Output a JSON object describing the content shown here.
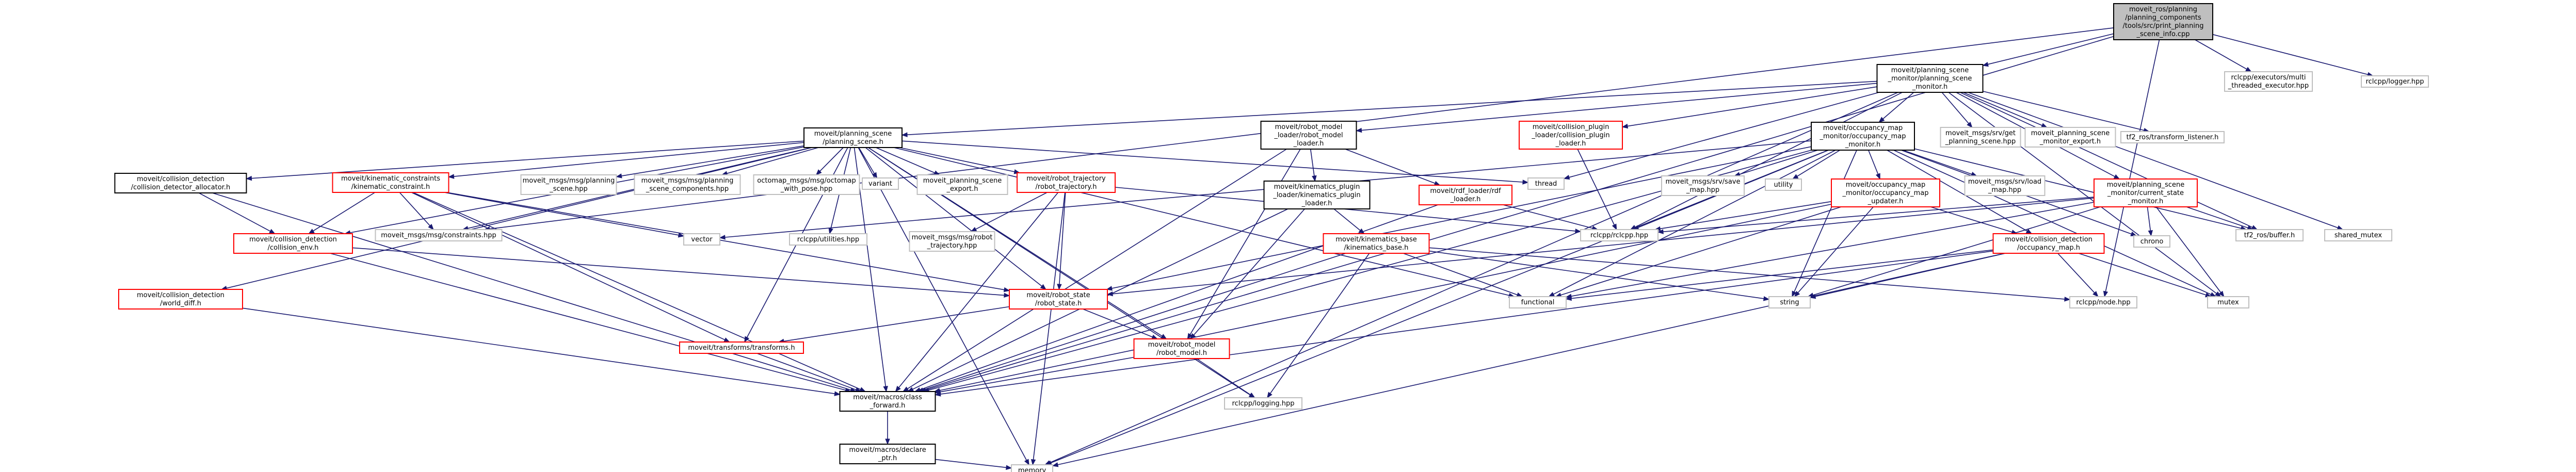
{
  "title": "",
  "colors": {
    "root_fill": "#bfbfbf",
    "root_stroke": "#000000",
    "normal_stroke": "#000000",
    "red_stroke": "#ff0000",
    "leaf_stroke": "#bfbfbf",
    "node_fill": "#ffffff",
    "edge": "#191970"
  },
  "nodes": [
    {
      "id": "root",
      "kind": "root",
      "lines": [
        "moveit_ros/planning",
        "/planning_components",
        "/tools/src/print_planning",
        "_scene_info.cpp"
      ]
    },
    {
      "id": "psm",
      "kind": "normal",
      "lines": [
        "moveit/planning_scene",
        "_monitor/planning_scene",
        "_monitor.h"
      ]
    },
    {
      "id": "mte",
      "kind": "leaf",
      "lines": [
        "rclcpp/executors/multi",
        "_threaded_executor.hpp"
      ]
    },
    {
      "id": "log",
      "kind": "leaf",
      "lines": [
        "rclcpp/logger.hpp"
      ]
    },
    {
      "id": "ps",
      "kind": "normal",
      "lines": [
        "moveit/planning_scene",
        "/planning_scene.h"
      ]
    },
    {
      "id": "rml",
      "kind": "normal",
      "lines": [
        "moveit/robot_model",
        "_loader/robot_model",
        "_loader.h"
      ]
    },
    {
      "id": "cpl",
      "kind": "red",
      "lines": [
        "moveit/collision_plugin",
        "_loader/collision_plugin",
        "_loader.h"
      ]
    },
    {
      "id": "om",
      "kind": "normal",
      "lines": [
        "moveit/occupancy_map",
        "_monitor/occupancy_map",
        "_monitor.h"
      ]
    },
    {
      "id": "gps",
      "kind": "leaf",
      "lines": [
        "moveit_msgs/srv/get",
        "_planning_scene.hpp"
      ]
    },
    {
      "id": "psme",
      "kind": "leaf",
      "lines": [
        "moveit_planning_scene",
        "_monitor_export.h"
      ]
    },
    {
      "id": "tfl",
      "kind": "leaf",
      "lines": [
        "tf2_ros/transform_listener.h"
      ]
    },
    {
      "id": "csm",
      "kind": "red",
      "lines": [
        "moveit/planning_scene",
        "_monitor/current_state",
        "_monitor.h"
      ]
    },
    {
      "id": "cda",
      "kind": "normal",
      "lines": [
        "moveit/collision_detection",
        "/collision_detector_allocator.h"
      ]
    },
    {
      "id": "kc",
      "kind": "red",
      "lines": [
        "moveit/kinematic_constraints",
        "/kinematic_constraint.h"
      ]
    },
    {
      "id": "mps",
      "kind": "leaf",
      "lines": [
        "moveit_msgs/msg/planning",
        "_scene.hpp"
      ]
    },
    {
      "id": "mpsc",
      "kind": "leaf",
      "lines": [
        "moveit_msgs/msg/planning",
        "_scene_components.hpp"
      ]
    },
    {
      "id": "oct",
      "kind": "leaf",
      "lines": [
        "octomap_msgs/msg/octomap",
        "_with_pose.hpp"
      ]
    },
    {
      "id": "variant",
      "kind": "leaf",
      "lines": [
        "variant"
      ]
    },
    {
      "id": "pse",
      "kind": "leaf",
      "lines": [
        "moveit_planning_scene",
        "_export.h"
      ]
    },
    {
      "id": "rt",
      "kind": "red",
      "lines": [
        "moveit/robot_trajectory",
        "/robot_trajectory.h"
      ]
    },
    {
      "id": "kpl",
      "kind": "normal",
      "lines": [
        "moveit/kinematics_plugin",
        "_loader/kinematics_plugin",
        "_loader.h"
      ]
    },
    {
      "id": "rdf",
      "kind": "red",
      "lines": [
        "moveit/rdf_loader/rdf",
        "_loader.h"
      ]
    },
    {
      "id": "thread",
      "kind": "leaf",
      "lines": [
        "thread"
      ]
    },
    {
      "id": "ssm",
      "kind": "leaf",
      "lines": [
        "moveit_msgs/srv/save",
        "_map.hpp"
      ]
    },
    {
      "id": "utility",
      "kind": "leaf",
      "lines": [
        "utility"
      ]
    },
    {
      "id": "omu",
      "kind": "red",
      "lines": [
        "moveit/occupancy_map",
        "_monitor/occupancy_map",
        "_updater.h"
      ]
    },
    {
      "id": "lm",
      "kind": "leaf",
      "lines": [
        "moveit_msgs/srv/load",
        "_map.hpp"
      ]
    },
    {
      "id": "chrono",
      "kind": "leaf",
      "lines": [
        "chrono"
      ]
    },
    {
      "id": "tfb",
      "kind": "leaf",
      "lines": [
        "tf2_ros/buffer.h"
      ]
    },
    {
      "id": "cde",
      "kind": "red",
      "lines": [
        "moveit/collision_detection",
        "/collision_env.h"
      ]
    },
    {
      "id": "mcon",
      "kind": "leaf",
      "lines": [
        "moveit_msgs/msg/constraints.hpp"
      ]
    },
    {
      "id": "vector",
      "kind": "leaf",
      "lines": [
        "vector"
      ]
    },
    {
      "id": "util",
      "kind": "leaf",
      "lines": [
        "rclcpp/utilities.hpp"
      ]
    },
    {
      "id": "mrt",
      "kind": "leaf",
      "lines": [
        "moveit_msgs/msg/robot",
        "_trajectory.hpp"
      ]
    },
    {
      "id": "rclcpp",
      "kind": "leaf",
      "lines": [
        "rclcpp/rclcpp.hpp"
      ]
    },
    {
      "id": "kb",
      "kind": "red",
      "lines": [
        "moveit/kinematics_base",
        "/kinematics_base.h"
      ]
    },
    {
      "id": "ocm",
      "kind": "red",
      "lines": [
        "moveit/collision_detection",
        "/occupancy_map.h"
      ]
    },
    {
      "id": "shm",
      "kind": "leaf",
      "lines": [
        "shared_mutex"
      ]
    },
    {
      "id": "wd",
      "kind": "red",
      "lines": [
        "moveit/collision_detection",
        "/world_diff.h"
      ]
    },
    {
      "id": "rs",
      "kind": "red",
      "lines": [
        "moveit/robot_state",
        "/robot_state.h"
      ]
    },
    {
      "id": "functional",
      "kind": "leaf",
      "lines": [
        "functional"
      ]
    },
    {
      "id": "string",
      "kind": "leaf",
      "lines": [
        "string"
      ]
    },
    {
      "id": "node",
      "kind": "leaf",
      "lines": [
        "rclcpp/node.hpp"
      ]
    },
    {
      "id": "mutex",
      "kind": "leaf",
      "lines": [
        "mutex"
      ]
    },
    {
      "id": "tt",
      "kind": "red",
      "lines": [
        "moveit/transforms/transforms.h"
      ]
    },
    {
      "id": "rm",
      "kind": "red",
      "lines": [
        "moveit/robot_model",
        "/robot_model.h"
      ]
    },
    {
      "id": "cf",
      "kind": "normal",
      "lines": [
        "moveit/macros/class",
        "_forward.h"
      ]
    },
    {
      "id": "logging",
      "kind": "leaf",
      "lines": [
        "rclcpp/logging.hpp"
      ]
    },
    {
      "id": "dp",
      "kind": "normal",
      "lines": [
        "moveit/macros/declare",
        "_ptr.h"
      ]
    },
    {
      "id": "memory",
      "kind": "leaf",
      "lines": [
        "memory"
      ]
    }
  ],
  "edges": [
    [
      "root",
      "psm"
    ],
    [
      "root",
      "mte"
    ],
    [
      "root",
      "log"
    ],
    [
      "root",
      "cf"
    ],
    [
      "root",
      "mcon"
    ],
    [
      "root",
      "node"
    ],
    [
      "psm",
      "ps"
    ],
    [
      "psm",
      "rml"
    ],
    [
      "psm",
      "cpl"
    ],
    [
      "psm",
      "om"
    ],
    [
      "psm",
      "gps"
    ],
    [
      "psm",
      "psme"
    ],
    [
      "psm",
      "tfl"
    ],
    [
      "psm",
      "csm"
    ],
    [
      "psm",
      "rclcpp"
    ],
    [
      "psm",
      "tfb"
    ],
    [
      "psm",
      "mutex"
    ],
    [
      "psm",
      "shm"
    ],
    [
      "psm",
      "memory"
    ],
    [
      "psm",
      "thread"
    ],
    [
      "ps",
      "cda"
    ],
    [
      "ps",
      "kc"
    ],
    [
      "ps",
      "mps"
    ],
    [
      "ps",
      "mpsc"
    ],
    [
      "ps",
      "oct"
    ],
    [
      "ps",
      "variant"
    ],
    [
      "ps",
      "pse"
    ],
    [
      "ps",
      "rt"
    ],
    [
      "ps",
      "thread"
    ],
    [
      "ps",
      "rs"
    ],
    [
      "ps",
      "wd"
    ],
    [
      "ps",
      "cde"
    ],
    [
      "ps",
      "tt"
    ],
    [
      "ps",
      "rm"
    ],
    [
      "ps",
      "cf"
    ],
    [
      "ps",
      "memory"
    ],
    [
      "ps",
      "functional"
    ],
    [
      "ps",
      "util"
    ],
    [
      "ps",
      "mcon"
    ],
    [
      "ps",
      "logging"
    ],
    [
      "rml",
      "kpl"
    ],
    [
      "rml",
      "rdf"
    ],
    [
      "rml",
      "rm"
    ],
    [
      "rml",
      "cf"
    ],
    [
      "cpl",
      "rclcpp"
    ],
    [
      "om",
      "ssm"
    ],
    [
      "om",
      "utility"
    ],
    [
      "om",
      "omu"
    ],
    [
      "om",
      "lm"
    ],
    [
      "om",
      "ocm"
    ],
    [
      "om",
      "cf"
    ],
    [
      "om",
      "rclcpp"
    ],
    [
      "om",
      "tfb"
    ],
    [
      "om",
      "mutex"
    ],
    [
      "om",
      "string"
    ],
    [
      "om",
      "functional"
    ],
    [
      "om",
      "memory"
    ],
    [
      "om",
      "chrono"
    ],
    [
      "om",
      "vector"
    ],
    [
      "om",
      "rs"
    ],
    [
      "csm",
      "rclcpp"
    ],
    [
      "csm",
      "tfb"
    ],
    [
      "csm",
      "mutex"
    ],
    [
      "csm",
      "functional"
    ],
    [
      "csm",
      "string"
    ],
    [
      "csm",
      "chrono"
    ],
    [
      "csm",
      "rs"
    ],
    [
      "cda",
      "cde"
    ],
    [
      "cda",
      "cf"
    ],
    [
      "kc",
      "cde"
    ],
    [
      "kc",
      "mcon"
    ],
    [
      "kc",
      "rs"
    ],
    [
      "kc",
      "tt"
    ],
    [
      "kc",
      "cf"
    ],
    [
      "kc",
      "vector"
    ],
    [
      "rt",
      "rs"
    ],
    [
      "rt",
      "mrt"
    ],
    [
      "rt",
      "cf"
    ],
    [
      "rt",
      "memory"
    ],
    [
      "rt",
      "rclcpp"
    ],
    [
      "kpl",
      "kb"
    ],
    [
      "kpl",
      "rm"
    ],
    [
      "kpl",
      "cf"
    ],
    [
      "rdf",
      "rclcpp"
    ],
    [
      "rdf",
      "cf"
    ],
    [
      "omu",
      "ocm"
    ],
    [
      "omu",
      "rclcpp"
    ],
    [
      "omu",
      "string"
    ],
    [
      "omu",
      "functional"
    ],
    [
      "omu",
      "cf"
    ],
    [
      "cde",
      "rs"
    ],
    [
      "cde",
      "cf"
    ],
    [
      "kb",
      "cf"
    ],
    [
      "kb",
      "functional"
    ],
    [
      "kb",
      "string"
    ],
    [
      "kb",
      "node"
    ],
    [
      "kb",
      "logging"
    ],
    [
      "ocm",
      "functional"
    ],
    [
      "ocm",
      "string"
    ],
    [
      "ocm",
      "mutex"
    ],
    [
      "ocm",
      "node"
    ],
    [
      "ocm",
      "memory"
    ],
    [
      "ocm",
      "cf"
    ],
    [
      "wd",
      "cf"
    ],
    [
      "rs",
      "rm"
    ],
    [
      "rs",
      "tt"
    ],
    [
      "tt",
      "cf"
    ],
    [
      "rm",
      "cf"
    ],
    [
      "rm",
      "logging"
    ],
    [
      "cf",
      "dp"
    ],
    [
      "dp",
      "memory"
    ]
  ]
}
